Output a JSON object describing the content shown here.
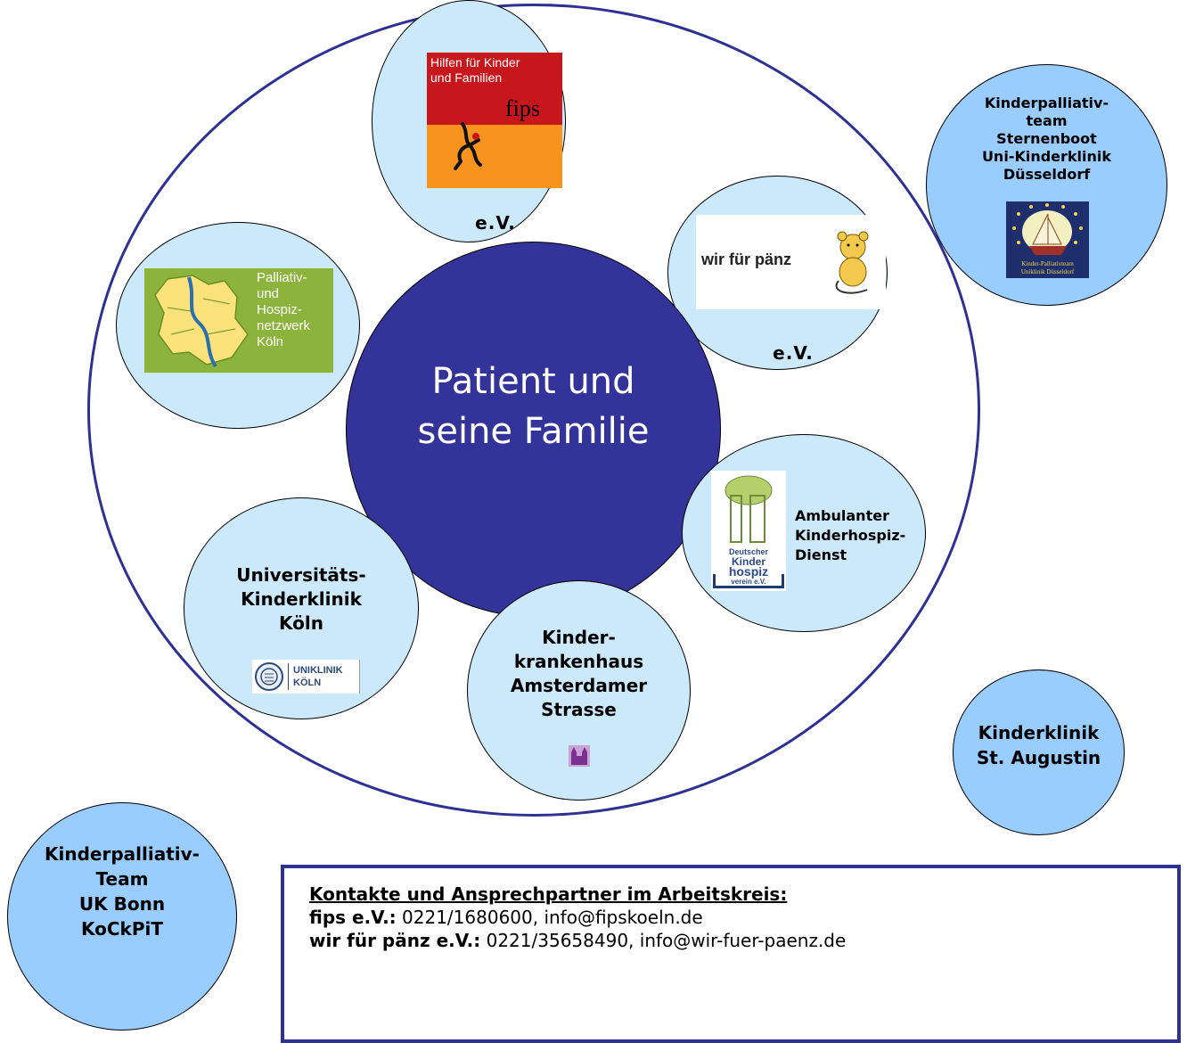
{
  "center": {
    "line1": "Patient und",
    "line2": "seine Familie"
  },
  "fips": {
    "logo_line1": "Hilfen für Kinder",
    "logo_line2": "und Familien",
    "logo_word": "fips",
    "suffix": "e.V."
  },
  "panz": {
    "logo_text": "wir für pänz",
    "suffix": "e.V."
  },
  "palliativ_netzwerk": {
    "logo_lines": [
      "Palliativ-",
      "und",
      "Hospiz-",
      "netzwerk",
      "Köln"
    ]
  },
  "ambulanter": {
    "lines": [
      "Ambulanter",
      "Kinderhospiz-",
      "Dienst"
    ],
    "logo_lines": [
      "Deutscher",
      "Kinder",
      "hospiz",
      "verein e.V."
    ]
  },
  "uniklinik": {
    "lines": [
      "Universitäts-",
      "Kinderklinik",
      "Köln"
    ],
    "logo_line1": "UNIKLINIK",
    "logo_line2": "KÖLN"
  },
  "amsterdamer": {
    "lines": [
      "Kinder-",
      "krankenhaus",
      "Amsterdamer",
      "Strasse"
    ]
  },
  "sternenboot": {
    "lines": [
      "Kinderpalliativ-",
      "team",
      "Sternenboot",
      "Uni-Kinderklinik",
      "Düsseldorf"
    ],
    "logo_line1": "Kinder-Palliativteam",
    "logo_line2": "Uniklinik Düsseldorf"
  },
  "augustin": {
    "lines": [
      "Kinderklinik",
      "St. Augustin"
    ]
  },
  "bonn": {
    "lines": [
      "Kinderpalliativ-",
      "Team",
      "UK Bonn",
      "KoCkPiT"
    ]
  },
  "contact": {
    "heading": "Kontakte und Ansprechpartner im Arbeitskreis:",
    "rows": [
      {
        "name": "fips e.V.:",
        "detail": " 0221/1680600, info@fipskoeln.de"
      },
      {
        "name": "wir für pänz e.V.:",
        "detail": " 0221/35658490, info@wir-fuer-paenz.de"
      }
    ]
  },
  "colors": {
    "navy": "#2e3192",
    "center_fill": "#333399",
    "light_blue": "#cce9fb",
    "mid_blue": "#99ccff",
    "fips_red": "#c8161d",
    "fips_orange": "#f7941d",
    "palliativ_green": "#8cb33c"
  }
}
